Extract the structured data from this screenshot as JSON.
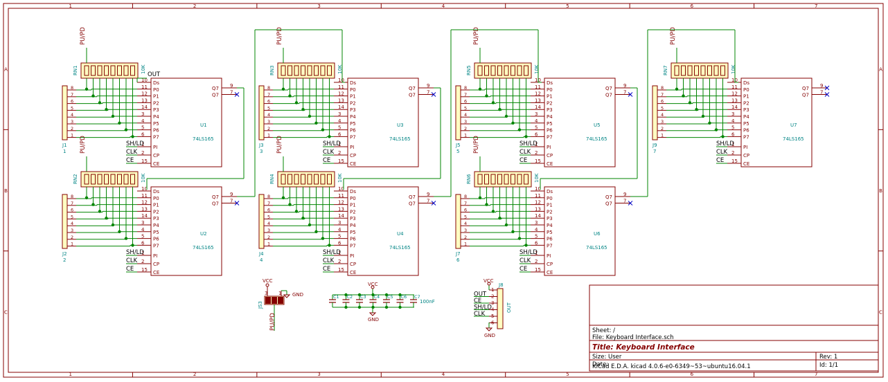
{
  "frame": {
    "columns": [
      "1",
      "2",
      "3",
      "4",
      "5",
      "6",
      "7"
    ],
    "rows": [
      "A",
      "B",
      "C"
    ]
  },
  "colors": {
    "frame": "#840000",
    "wire": "#008400",
    "junction": "#008400",
    "reference": "#008484",
    "value": "#008484",
    "pin_number": "#840000",
    "label": "#000000",
    "no_connect": "#0000c4",
    "body_fill": "#ffffc2"
  },
  "blocks": [
    {
      "chip_ref": "U1",
      "conn_ref": "J1",
      "conn_num": "1",
      "rn_ref": "RN1",
      "out_label": "OUT"
    },
    {
      "chip_ref": "U2",
      "conn_ref": "J2",
      "conn_num": "2",
      "rn_ref": "RN2",
      "out_label": ""
    },
    {
      "chip_ref": "U3",
      "conn_ref": "J3",
      "conn_num": "3",
      "rn_ref": "RN3",
      "out_label": ""
    },
    {
      "chip_ref": "U4",
      "conn_ref": "J4",
      "conn_num": "4",
      "rn_ref": "RN4",
      "out_label": ""
    },
    {
      "chip_ref": "U5",
      "conn_ref": "J5",
      "conn_num": "5",
      "rn_ref": "RN5",
      "out_label": ""
    },
    {
      "chip_ref": "U6",
      "conn_ref": "J7",
      "conn_num": "6",
      "rn_ref": "RN6",
      "out_label": ""
    },
    {
      "chip_ref": "U7",
      "conn_ref": "J9",
      "conn_num": "7",
      "rn_ref": "RN7",
      "out_label": ""
    }
  ],
  "chip_value": "74LS165",
  "rn_value": "10K",
  "pupd_label": "PU/PD",
  "chip_left_pins": [
    {
      "num": "10",
      "name": "Ds"
    },
    {
      "num": "11",
      "name": "P0"
    },
    {
      "num": "12",
      "name": "P1"
    },
    {
      "num": "13",
      "name": "P2"
    },
    {
      "num": "14",
      "name": "P3"
    },
    {
      "num": "3",
      "name": "P4"
    },
    {
      "num": "4",
      "name": "P5"
    },
    {
      "num": "5",
      "name": "P6"
    },
    {
      "num": "6",
      "name": "P7"
    }
  ],
  "chip_ctrl_pins": [
    {
      "num": "1",
      "name": "PI",
      "label": "SH/LD"
    },
    {
      "num": "2",
      "name": "CP",
      "label": "CLK"
    },
    {
      "num": "15",
      "name": "CE",
      "label": "CE"
    }
  ],
  "chip_right_pins": [
    {
      "num": "9",
      "name": "Q7"
    },
    {
      "num": "7",
      "name": "Q7"
    }
  ],
  "conn_pins": [
    "8",
    "7",
    "6",
    "5",
    "4",
    "3",
    "2",
    "1"
  ],
  "jumper": {
    "ref": "JS3",
    "vcc": "VCC",
    "gnd": "GND",
    "pin_left": "3",
    "pin_right": "1",
    "net": "PU/PD"
  },
  "caps": {
    "refs": [
      "C1",
      "C2",
      "C3",
      "C4",
      "C5",
      "C6",
      "C7"
    ],
    "value": "100nF",
    "vcc": "VCC",
    "gnd": "GND"
  },
  "j8": {
    "ref": "J8",
    "value": "OUT",
    "vcc": "VCC",
    "gnd": "GND",
    "pins": [
      "1",
      "2",
      "3",
      "4",
      "5",
      "6"
    ],
    "labels": [
      "",
      "OUT",
      "CE",
      "SH/LD",
      "CLK",
      ""
    ]
  },
  "title_block": {
    "sheet": "Sheet: /",
    "file": "File: Keyboard Interface.sch",
    "title": "Title: Keyboard Interface",
    "size": "Size: User",
    "date": "Date:",
    "rev": "Rev: 1",
    "tool": "KiCad E.D.A.  kicad 4.0.6-e0-6349~53~ubuntu16.04.1",
    "id": "Id: 1/1"
  }
}
